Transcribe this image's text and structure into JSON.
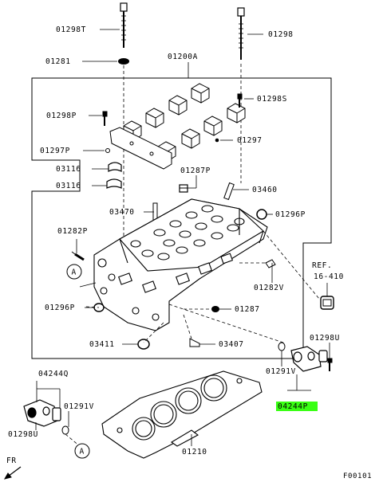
{
  "labels": {
    "p01298T": "01298T",
    "p01298": "01298",
    "p01281": "01281",
    "p01200A": "01200A",
    "p01298S": "01298S",
    "p01298P": "01298P",
    "p01297_1": "01297",
    "p01297P": "01297P",
    "p03116_1": "03116",
    "p03116_2": "03116",
    "p01287P": "01287P",
    "p03460": "03460",
    "p03470": "03470",
    "p01296P_1": "01296P",
    "p01282P": "01282P",
    "ref": "REF.",
    "ref_num": "16-410",
    "p01282V": "01282V",
    "p01296P_2": "01296P",
    "p01287": "01287",
    "p03411": "03411",
    "p03407": "03407",
    "p01298U": "01298U",
    "p01291V_1": "01291V",
    "p04244Q": "04244Q",
    "p01291V_2": "01291V",
    "p04244P": "04244P",
    "p01298U_2": "01298U",
    "p01210": "01210",
    "fr": "FR",
    "figure_code": "F00101",
    "callout_a": "A"
  },
  "highlight_color": "#39ff14"
}
